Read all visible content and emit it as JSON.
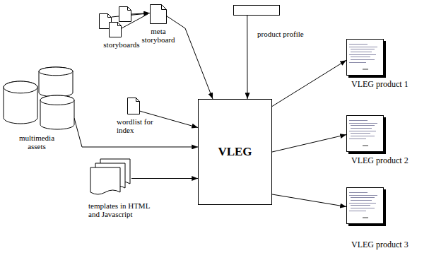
{
  "diagram": {
    "nodes": [
      {
        "text": [
          "storyboards"
        ]
      },
      {
        "text": [
          "meta storyboard"
        ]
      },
      {
        "text": [
          "product profile"
        ]
      },
      {
        "text": [
          "wordlist for index"
        ]
      },
      {
        "text": [
          "multimedia assets"
        ]
      },
      {
        "text": [
          "templates in HTML and Javascript"
        ]
      },
      {
        "text": [
          "VLEG"
        ]
      },
      {
        "text": [
          "VLEG product 1"
        ]
      },
      {
        "text": [
          "VLEG product 2"
        ]
      },
      {
        "text": [
          "VLEG product 3"
        ]
      }
    ],
    "edges": [
      {
        "from": 0,
        "to": 1,
        "arrow": "to"
      },
      {
        "from": 1,
        "to": 6,
        "arrow": "to"
      },
      {
        "from": 2,
        "to": 6,
        "arrow": "to"
      },
      {
        "from": 3,
        "to": 6,
        "arrow": "to"
      },
      {
        "from": 4,
        "to": 6,
        "arrow": "to"
      },
      {
        "from": 5,
        "to": 6,
        "arrow": "to"
      },
      {
        "from": 6,
        "to": 7,
        "arrow": "to"
      },
      {
        "from": 6,
        "to": 8,
        "arrow": "to"
      },
      {
        "from": 6,
        "to": 9,
        "arrow": "to"
      }
    ]
  }
}
